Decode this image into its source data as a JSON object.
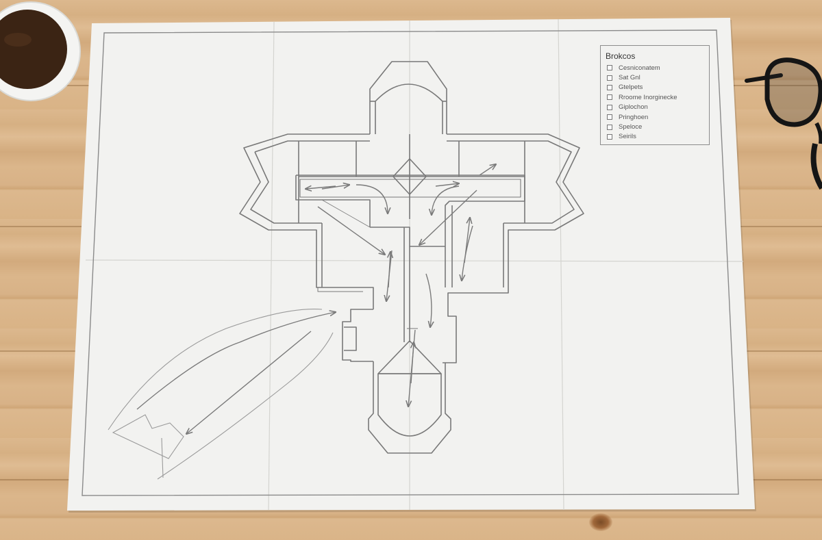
{
  "legend": {
    "title": "Brokcos",
    "items": [
      {
        "label": "Cesniconatem",
        "checked": false
      },
      {
        "label": "Sat Gnl",
        "checked": false
      },
      {
        "label": "Gtelpets",
        "checked": false
      },
      {
        "label": "Rroome Inorginecke",
        "checked": false
      },
      {
        "label": "Giplochon",
        "checked": false
      },
      {
        "label": "Pringhoen",
        "checked": false
      },
      {
        "label": "Speloce",
        "checked": false
      },
      {
        "label": "Seirils",
        "checked": false
      }
    ]
  },
  "colors": {
    "paper": "#f2f2f0",
    "ink": "#777777",
    "wood": "#d9b48a",
    "mug": "#f4f4f2",
    "coffee": "#3b2414",
    "glasses-frame": "#151515"
  },
  "icons": [
    "coffee-mug-icon",
    "eyeglasses-icon",
    "checkbox-icon",
    "arrow-icon"
  ]
}
